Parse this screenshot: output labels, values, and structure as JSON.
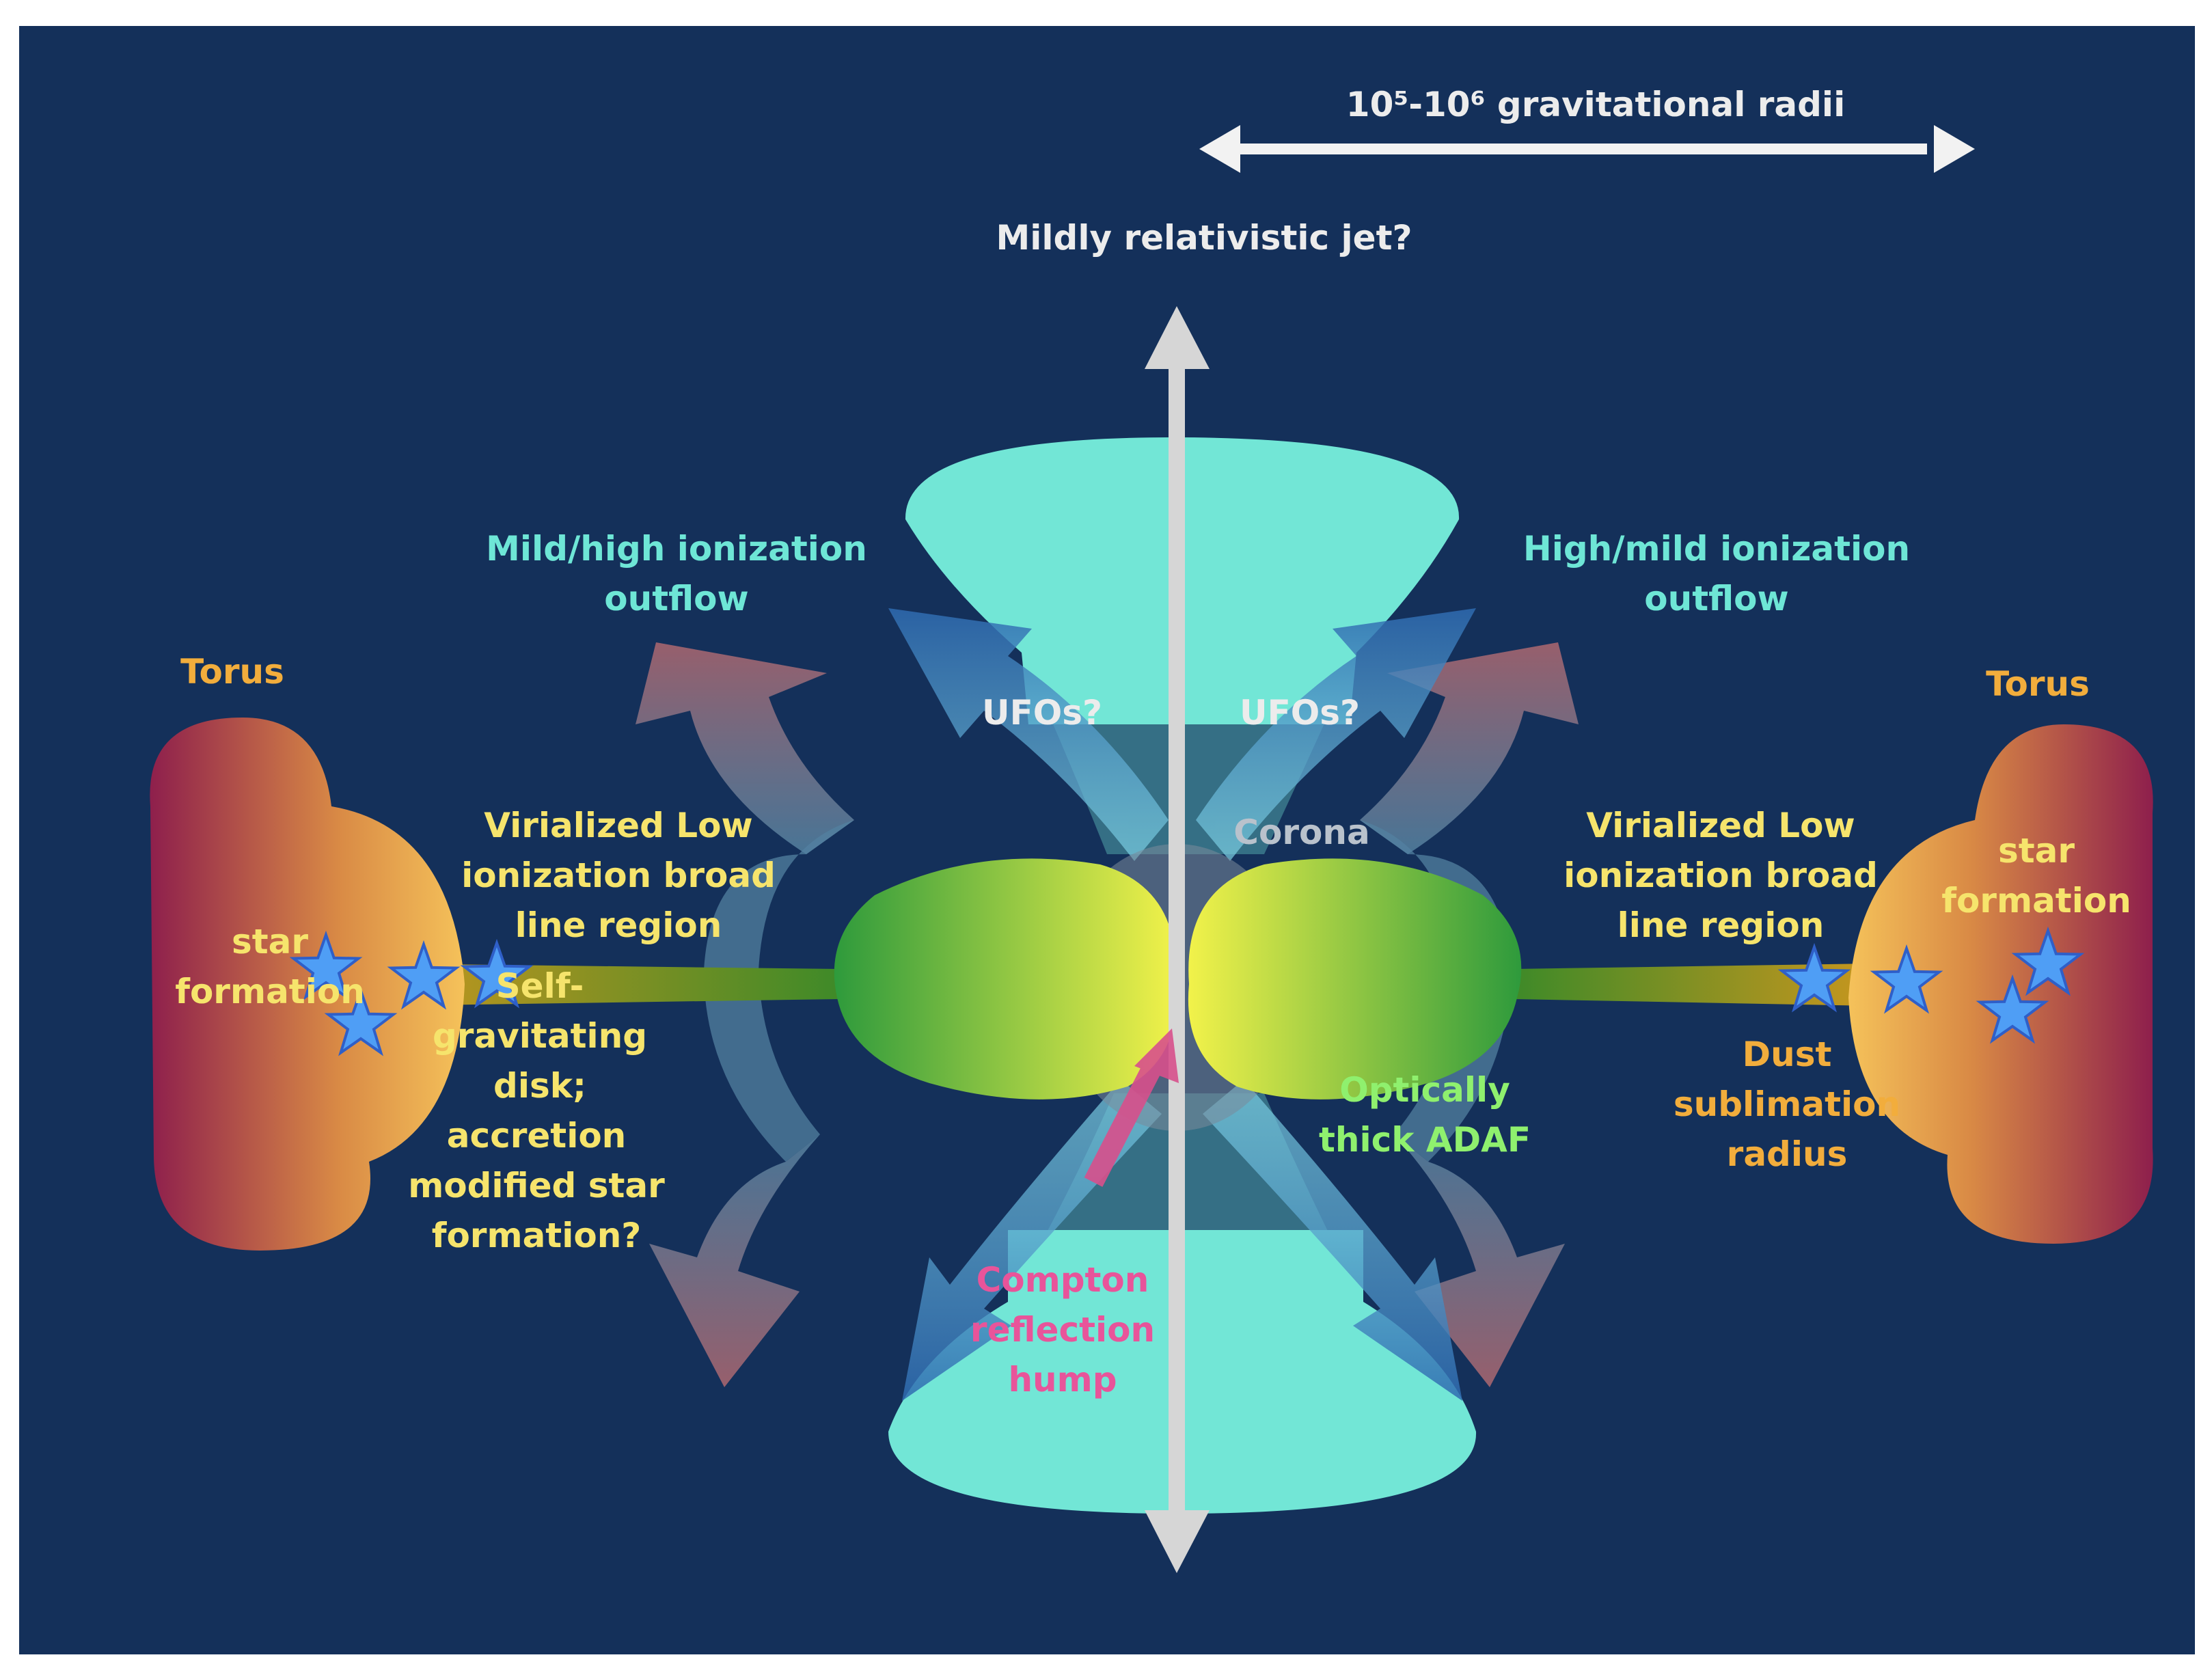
{
  "labels": {
    "scale": "10⁵-10⁶ gravitational radii",
    "jet": "Mildly relativistic jet?",
    "outflow_left_1": "Mild/high ionization",
    "outflow_left_2": "outflow",
    "outflow_right_1": "High/mild ionization",
    "outflow_right_2": "outflow",
    "torus_left": "Torus",
    "torus_right": "Torus",
    "ufo_left": "UFOs?",
    "ufo_right": "UFOs?",
    "corona": "Corona",
    "blr_left_1": "Virialized Low",
    "blr_left_2": "ionization broad",
    "blr_left_3": "line region",
    "blr_right_1": "Virialized Low",
    "blr_right_2": "ionization broad",
    "blr_right_3": "line region",
    "sf_left_1": "star",
    "sf_left_2": "formation",
    "sf_right_1": "star",
    "sf_right_2": "formation",
    "sg_1": "Self-",
    "sg_2": "gravitating",
    "sg_3": "disk;",
    "sg_4": "accretion",
    "sg_5": "modified star",
    "sg_6": "formation?",
    "adaf_1": "Optically",
    "adaf_2": "thick ADAF",
    "dust_1": "Dust",
    "dust_2": "sublimation",
    "dust_3": "radius",
    "compton_1": "Compton",
    "compton_2": "reflection",
    "compton_3": "hump"
  },
  "colors": {
    "background": "#14305a",
    "text_white": "#ececec",
    "text_cyan": "#6ee6d6",
    "text_orange": "#f2ad3c",
    "text_yellow": "#f6e46c",
    "text_green": "#8ff06e",
    "text_pink": "#e8549a",
    "funnel": "#72e6d6",
    "axis": "#d6d6d6"
  }
}
